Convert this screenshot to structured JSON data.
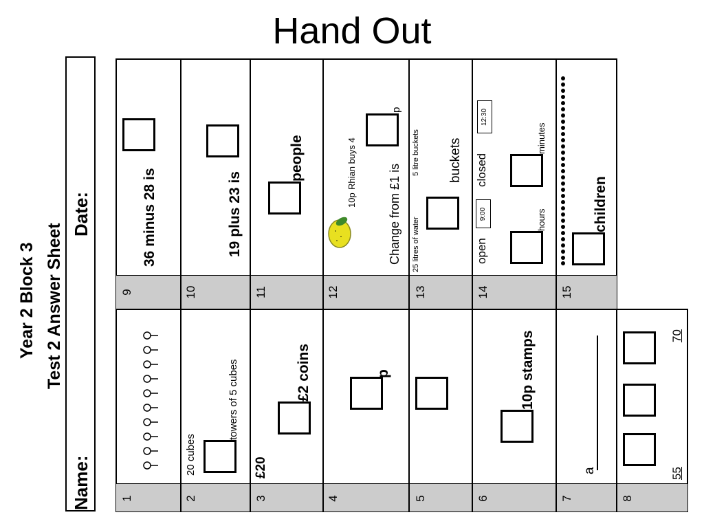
{
  "title": "Hand Out",
  "sheet": {
    "heading_line1": "Year 2  Block 3",
    "heading_line2": "Test 2   Answer Sheet",
    "name_label": "Name:",
    "date_label": "Date:"
  },
  "questions": {
    "q1": {
      "num": "1"
    },
    "q2": {
      "num": "2",
      "cubes": "20 cubes",
      "towers": "towers of 5 cubes"
    },
    "q3": {
      "num": "3",
      "amount": "£20",
      "coins": "£2 coins"
    },
    "q4": {
      "num": "4",
      "unit": "p"
    },
    "q5": {
      "num": "5"
    },
    "q6": {
      "num": "6",
      "stamps": "10p stamps"
    },
    "q7": {
      "num": "7",
      "letter": "a"
    },
    "q8": {
      "num": "8",
      "start": "55",
      "end": "70"
    },
    "q9": {
      "num": "9",
      "text": "36 minus 28 is"
    },
    "q10": {
      "num": "10",
      "text": "19 plus 23 is"
    },
    "q11": {
      "num": "11",
      "unit": "people"
    },
    "q12": {
      "num": "12",
      "price": "10p",
      "buys": "Rhian buys 4",
      "change": "Change from £1 is",
      "unit": "p"
    },
    "q13": {
      "num": "13",
      "water": "25 litres of water",
      "buckets_size": "5 litre buckets",
      "unit": "buckets"
    },
    "q14": {
      "num": "14",
      "open": "open",
      "open_time": "9:00",
      "closed": "closed",
      "closed_time": "12:30",
      "hours": "hours",
      "minutes": "minutes"
    },
    "q15": {
      "num": "15",
      "unit": "children"
    }
  },
  "colors": {
    "number_strip": "#cccccc",
    "lemon": "#e8e020"
  }
}
